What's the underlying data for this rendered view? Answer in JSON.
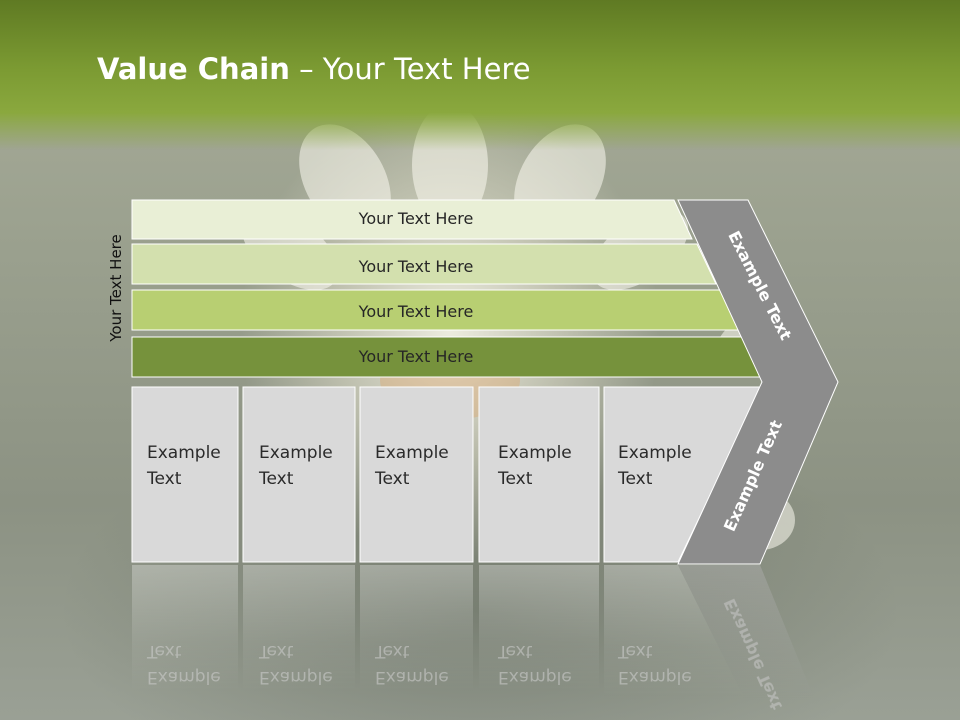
{
  "header": {
    "title_bold": "Value Chain",
    "title_rest": " – Your Text Here"
  },
  "side_label": "Your Text Here",
  "bars": [
    {
      "label": "Your Text Here",
      "color": "#e9efd6"
    },
    {
      "label": "Your Text Here",
      "color": "#d3e0ae"
    },
    {
      "label": "Your Text Here",
      "color": "#b8cf72"
    },
    {
      "label": "Your Text Here",
      "color": "#76923c"
    }
  ],
  "boxes": [
    {
      "line1": "Example",
      "line2": "Text"
    },
    {
      "line1": "Example",
      "line2": "Text"
    },
    {
      "line1": "Example",
      "line2": "Text"
    },
    {
      "line1": "Example",
      "line2": "Text"
    },
    {
      "line1": "Example",
      "line2": "Text"
    }
  ],
  "chevron": {
    "upper_label": "Example Text",
    "lower_label": "Example Text",
    "color": "#8c8c8c"
  }
}
